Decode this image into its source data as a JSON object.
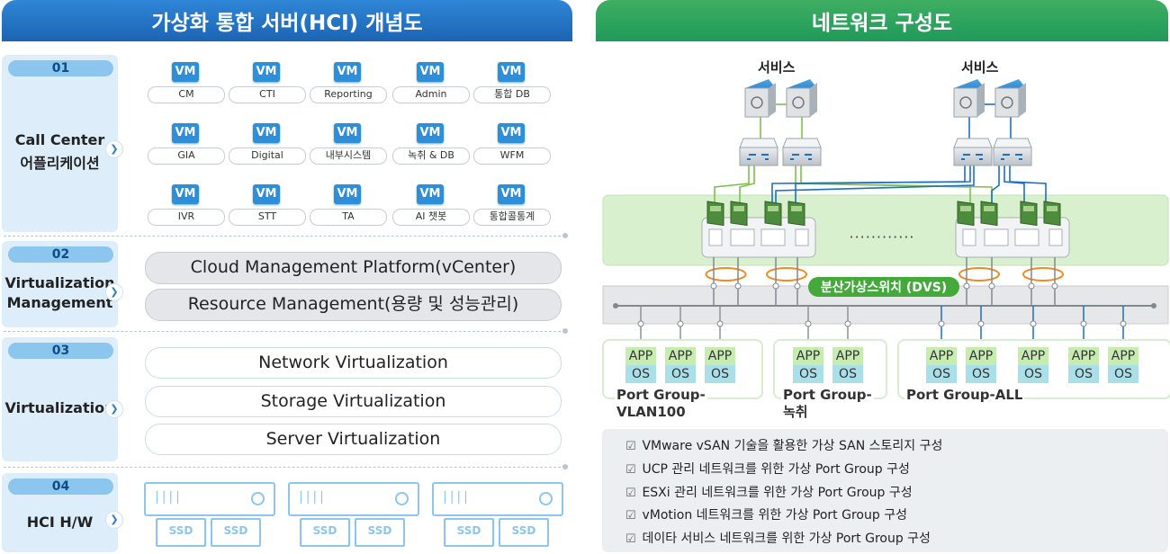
{
  "left_title": "가상화 통합 서버(HCI) 개념도",
  "right_title": "네트워크 구성도",
  "categories": [
    {
      "num": "01",
      "label_lines": [
        "Call Center",
        "어플리케이션"
      ]
    },
    {
      "num": "02",
      "label_lines": [
        "Virtualization",
        "Management"
      ]
    },
    {
      "num": "03",
      "label_lines": [
        "Virtualization"
      ]
    },
    {
      "num": "04",
      "label_lines": [
        "HCI H/W"
      ]
    }
  ],
  "vm_badge": "VM",
  "vms": [
    "CM",
    "CTI",
    "Reporting",
    "Admin",
    "통합 DB",
    "GIA",
    "Digital",
    "내부시스템",
    "녹취 & DB",
    "WFM",
    "IVR",
    "STT",
    "TA",
    "AI 챗봇",
    "통합콜통계"
  ],
  "management": [
    "Cloud Management Platform(vCenter)",
    "Resource Management(용량 및 성능관리)"
  ],
  "virtualization": [
    "Network Virtualization",
    "Storage Virtualization",
    "Server Virtualization"
  ],
  "ssd_label": "SSD",
  "network": {
    "service_labels": [
      "서비스",
      "서비스"
    ],
    "ellipsis": "············",
    "dvs_label": "분산가상스위치 (DVS)",
    "app_label": "APP",
    "os_label": "OS",
    "port_groups": [
      "Port Group-\nVLAN100",
      "Port Group-\n녹취",
      "Port Group-ALL"
    ],
    "port_group_lines": [
      [
        "Port Group-",
        "VLAN100"
      ],
      [
        "Port Group-",
        "녹취"
      ],
      [
        "Port Group-ALL"
      ]
    ],
    "colors": {
      "green_link": "#7cc24a",
      "blue_link": "#1e6fc4",
      "dvs": "#43a93a",
      "ring": "#f08a24"
    }
  },
  "checklist": [
    "VMware vSAN 기술을 활용한 가상 SAN 스토리지 구성",
    "UCP 관리 네트워크를 위한 가상 Port Group 구성",
    "ESXi 관리 네트워크를 위한 가상 Port Group 구성",
    "vMotion 네트워크를 위한 가상 Port Group 구성",
    "데이타 서비스 네트워크를 위한 가상 Port Group 구성"
  ]
}
